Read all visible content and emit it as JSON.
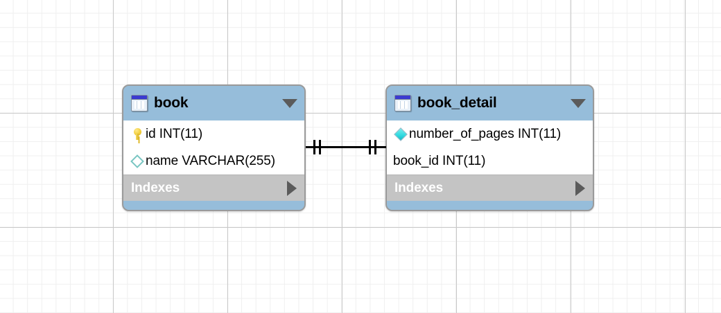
{
  "canvas": {
    "background": "#ffffff",
    "grid_minor_color": "#efefef",
    "grid_major_color": "#c9c9c9"
  },
  "theme": {
    "header_blue": "#96bdda",
    "border_gray": "#9a9a9a",
    "indexes_gray": "#c4c4c4",
    "triangle_gray": "#5b5b5b",
    "row_white": "#ffffff",
    "key_yellow": "#f2cf3e",
    "diamond_hollow": "#79c6c2",
    "diamond_filled": "#2fd9e0",
    "line_black": "#000000"
  },
  "tables": [
    {
      "name": "book",
      "title": "book",
      "icon": "table-icon",
      "menu_icon": "chevron-down-icon",
      "columns": [
        {
          "label": "id INT(11)",
          "icon": "primary-key-icon"
        },
        {
          "label": "name VARCHAR(255)",
          "icon": "column-diamond-hollow-icon"
        }
      ],
      "indexes_label": "Indexes",
      "indexes_icon": "chevron-right-icon"
    },
    {
      "name": "book_detail",
      "title": "book_detail",
      "icon": "table-icon",
      "menu_icon": "chevron-down-icon",
      "columns": [
        {
          "label": "number_of_pages INT(11)",
          "icon": "column-diamond-filled-icon"
        },
        {
          "label": "book_id INT(11)",
          "icon": "none"
        }
      ],
      "indexes_label": "Indexes",
      "indexes_icon": "chevron-right-icon"
    }
  ],
  "relationship": {
    "type": "one-to-one",
    "from_table": "book",
    "to_table": "book_detail",
    "from_notation": "one-and-only-one",
    "to_notation": "one-and-only-one"
  }
}
